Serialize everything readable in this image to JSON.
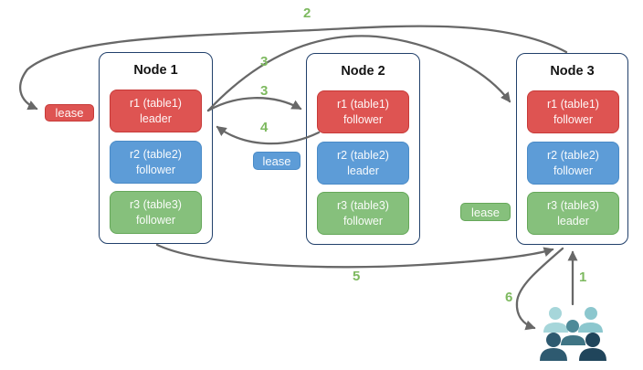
{
  "colors": {
    "red": "#de5452",
    "red_border": "#c73a38",
    "blue": "#5d9cd7",
    "blue_border": "#4a8bc7",
    "green": "#86c07c",
    "green_border": "#65a759",
    "node_border": "#21406b",
    "arrow": "#686868",
    "step_label": "#7db95f"
  },
  "nodes": [
    {
      "title": "Node 1",
      "replicas": [
        {
          "name": "r1 (table1)",
          "role": "leader",
          "color": "red"
        },
        {
          "name": "r2 (table2)",
          "role": "follower",
          "color": "blue"
        },
        {
          "name": "r3 (table3)",
          "role": "follower",
          "color": "green"
        }
      ]
    },
    {
      "title": "Node 2",
      "replicas": [
        {
          "name": "r1 (table1)",
          "role": "follower",
          "color": "red"
        },
        {
          "name": "r2 (table2)",
          "role": "leader",
          "color": "blue"
        },
        {
          "name": "r3 (table3)",
          "role": "follower",
          "color": "green"
        }
      ]
    },
    {
      "title": "Node 3",
      "replicas": [
        {
          "name": "r1 (table1)",
          "role": "follower",
          "color": "red"
        },
        {
          "name": "r2 (table2)",
          "role": "follower",
          "color": "blue"
        },
        {
          "name": "r3 (table3)",
          "role": "leader",
          "color": "green"
        }
      ]
    }
  ],
  "leases": [
    {
      "label": "lease",
      "color": "red"
    },
    {
      "label": "lease",
      "color": "blue"
    },
    {
      "label": "lease",
      "color": "green"
    }
  ],
  "steps": [
    {
      "label": "2"
    },
    {
      "label": "3"
    },
    {
      "label": "3"
    },
    {
      "label": "4"
    },
    {
      "label": "5"
    },
    {
      "label": "1"
    },
    {
      "label": "6"
    }
  ],
  "icons": {
    "users": {
      "name": "users-group-icon",
      "colors": [
        "#a6d6da",
        "#8cc7ce",
        "#4e8a98",
        "#3f7484",
        "#2e5a70",
        "#20455b"
      ]
    }
  }
}
